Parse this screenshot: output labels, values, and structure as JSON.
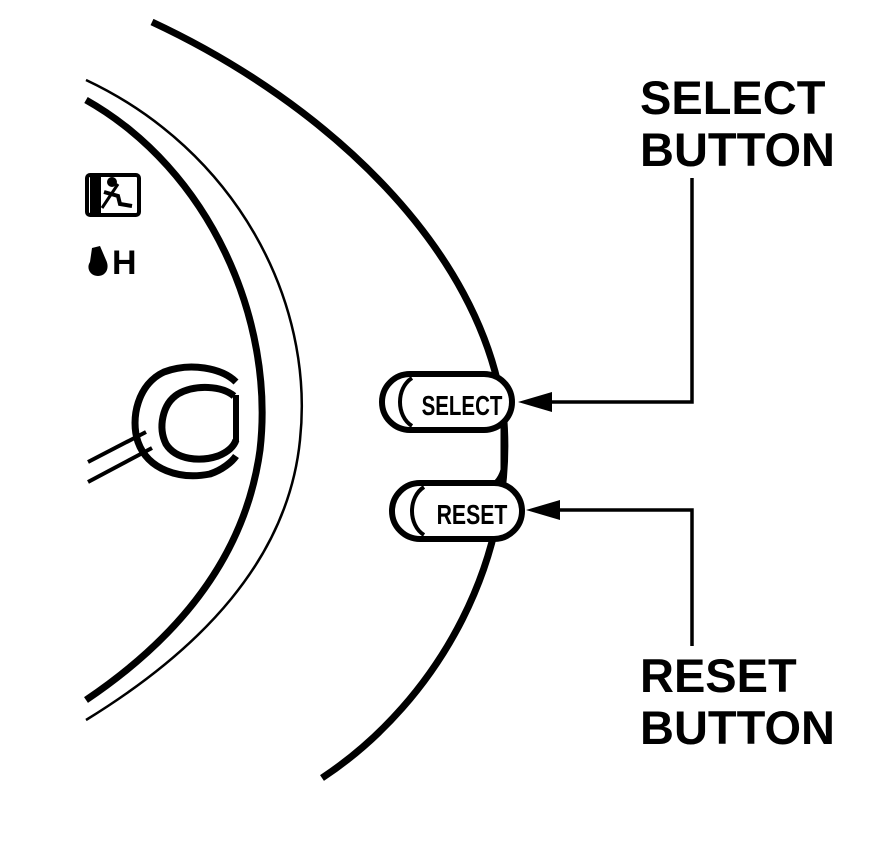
{
  "buttons": {
    "select_face": "SELECT",
    "reset_face": "RESET"
  },
  "callouts": {
    "select_line1": "SELECT",
    "select_line2": "BUTTON",
    "reset_line1": "RESET",
    "reset_line2": "BUTTON"
  },
  "gauge": {
    "indicator_letter": "H"
  },
  "colors": {
    "ink": "#000000",
    "paper": "#ffffff"
  },
  "icons": [
    "seatbelt-warning-icon",
    "temperature-indicator-icon"
  ]
}
